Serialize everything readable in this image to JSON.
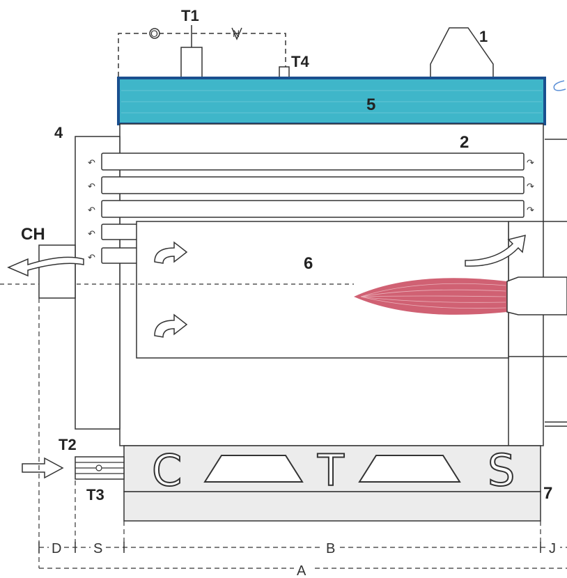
{
  "labels": {
    "t1": "T1",
    "t4": "T4",
    "o_mark": "O",
    "n_mark": "N",
    "num1": "1",
    "num2": "2",
    "num4": "4",
    "num5": "5",
    "num6": "6",
    "num7": "7",
    "ch": "CH",
    "t2": "T2",
    "t3": "T3"
  },
  "brand": {
    "c": "C",
    "t": "T",
    "s": "S"
  },
  "dimensions": {
    "d": "D",
    "s": "S",
    "b": "B",
    "j": "J",
    "a": "A"
  },
  "colors": {
    "top_tank": "#3fb6c9",
    "top_tank_border": "#1a4f8f",
    "flame": "#c8455a",
    "base": "#ececec",
    "line": "#333333"
  }
}
